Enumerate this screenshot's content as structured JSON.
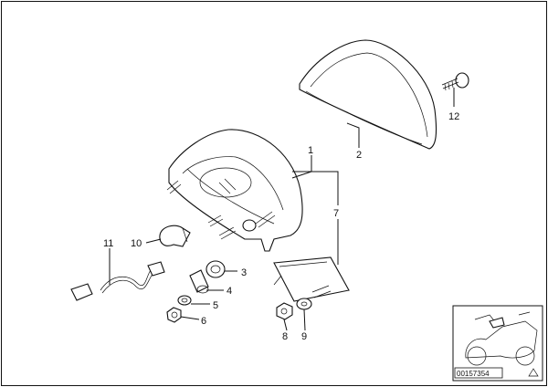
{
  "callouts": [
    {
      "id": "1",
      "label": "1"
    },
    {
      "id": "2",
      "label": "2"
    },
    {
      "id": "3",
      "label": "3"
    },
    {
      "id": "4",
      "label": "4"
    },
    {
      "id": "5",
      "label": "5"
    },
    {
      "id": "6",
      "label": "6"
    },
    {
      "id": "7",
      "label": "7"
    },
    {
      "id": "8",
      "label": "8"
    },
    {
      "id": "9",
      "label": "9"
    },
    {
      "id": "10",
      "label": "10"
    },
    {
      "id": "11",
      "label": "11"
    },
    {
      "id": "12",
      "label": "12"
    }
  ],
  "thumbnail": {
    "code": "00157354"
  }
}
